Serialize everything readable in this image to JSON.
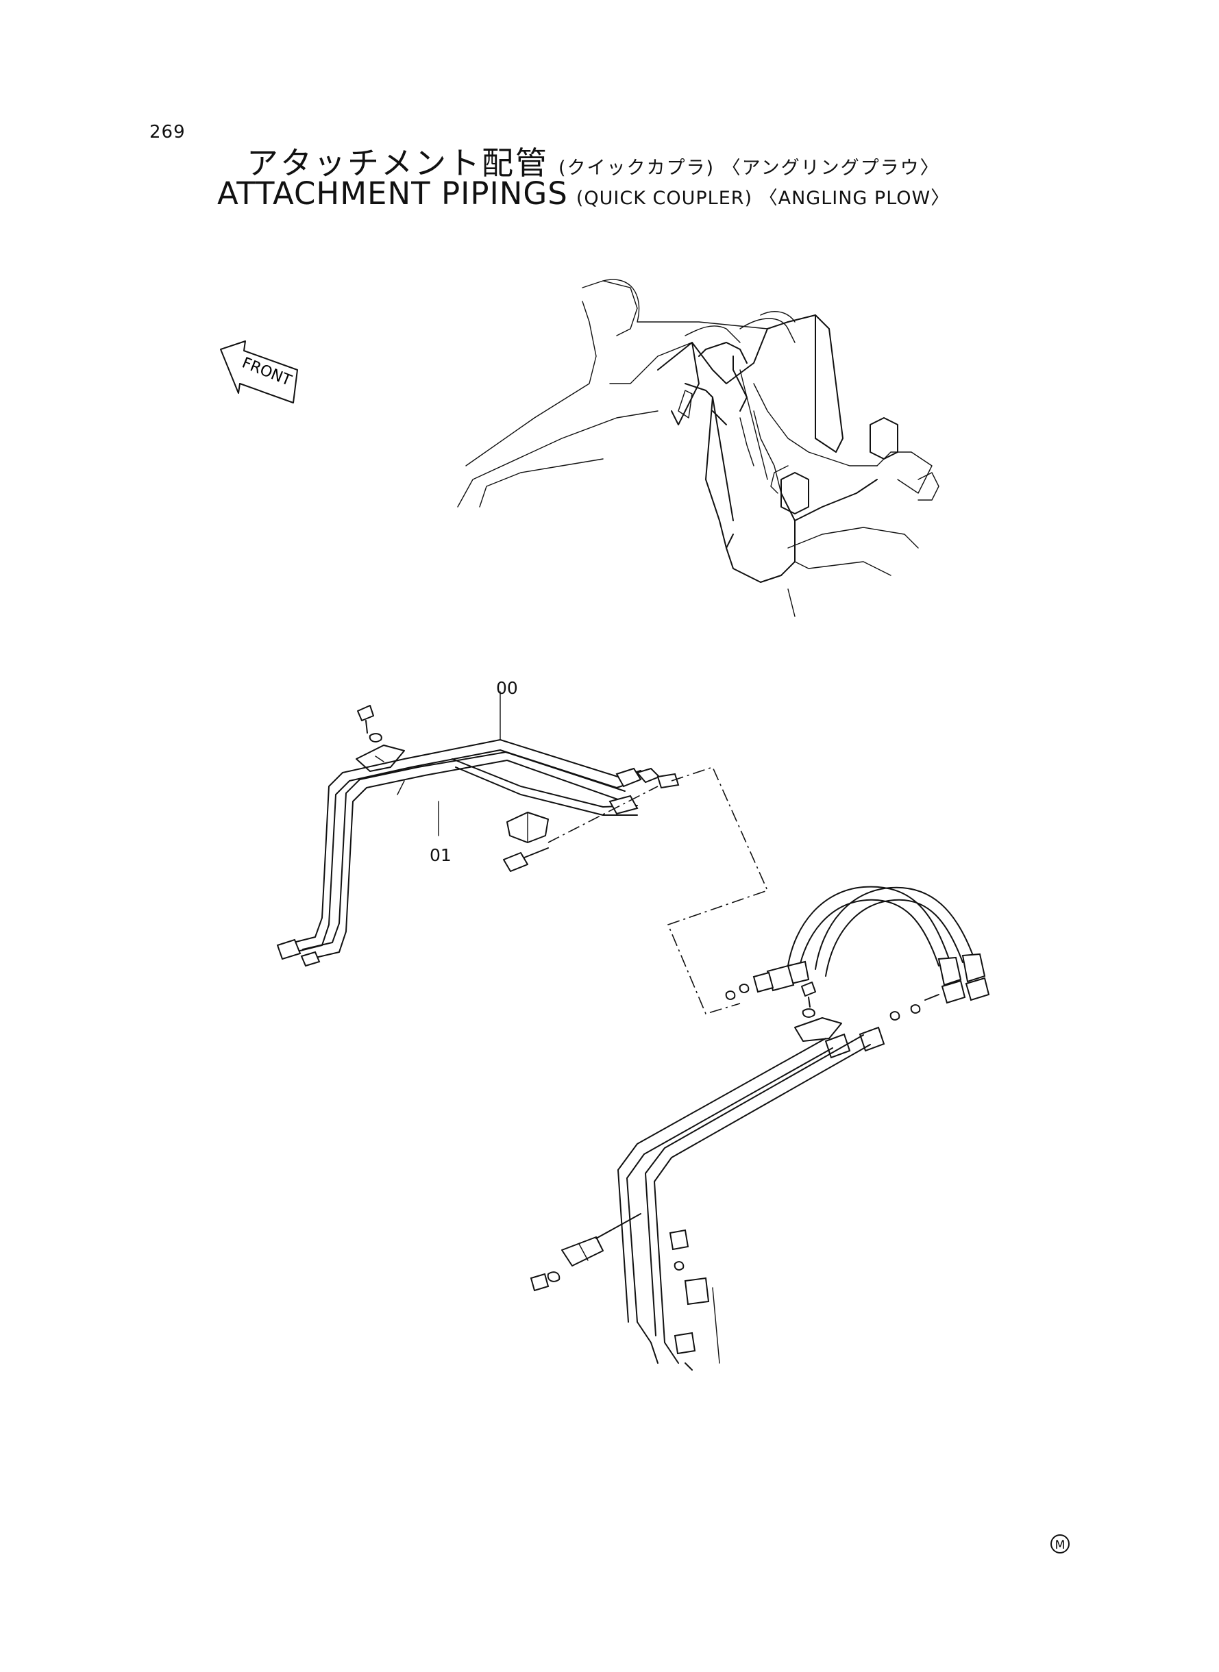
{
  "page_number": "269",
  "title_jp": "アタッチメント配管",
  "subtitle_jp": "(クイックカプラ) 〈アングリングプラウ〉",
  "title_en": "ATTACHMENT  PIPINGS",
  "subtitle_en": "(QUICK  COUPLER) 〈ANGLING  PLOW〉",
  "front_label": "FRONT",
  "callouts": [
    "00",
    "01"
  ],
  "mark": "M"
}
